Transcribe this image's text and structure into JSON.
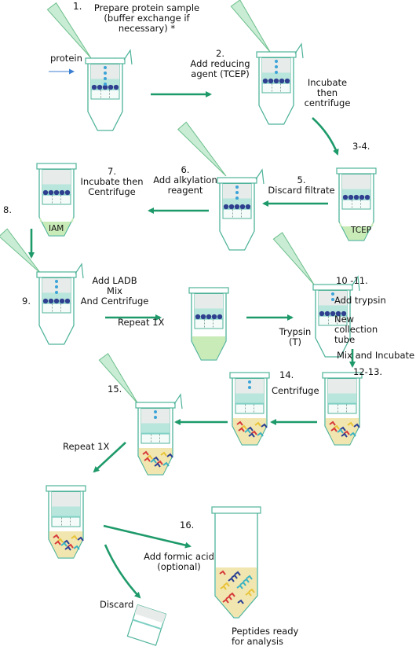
{
  "colors": {
    "arrow": "#1e9a6a",
    "tube_outline": "#4fb39a",
    "tube_fill": "#ffffff",
    "filter_band": "#b8e6dc",
    "membrane": "#7fd0c4",
    "droplet": "#3ba3d8",
    "protein_dot": "#2f3f8f",
    "pipette_tip": "#c9ecd4",
    "pipette_stroke": "#6cbf8c",
    "filtrate": "#c9ebb7",
    "peptide_fill": "#f2e6b0",
    "peptide_red": "#d6393b",
    "peptide_blue": "#2a3f94",
    "peptide_teal": "#3bb3c3",
    "peptide_yellow": "#e8c338"
  },
  "labels": {
    "step1": "1.",
    "step1_text": "Prepare protein sample\n(buffer exchange if\nnecessary) *",
    "protein": "protein",
    "step2": "2.\nAdd reducing\nagent (TCEP)",
    "incubate_centrifuge_1": "Incubate\nthen\ncentrifuge",
    "step34": "3-4.",
    "step5": "5.\nDiscard filtrate",
    "tcep": "TCEP",
    "step6": "6.\nAdd alkylation\nreagent",
    "step7": "7.\nIncubate then\nCentrifuge",
    "iam": "IAM",
    "step8": "8.",
    "step9": "9.",
    "ladb": "Add LADB\nMix\nAnd Centrifuge",
    "repeat_1x_a": "Repeat 1X",
    "step1011": "10 -11.",
    "add_trypsin": "Add trypsin",
    "new_collection_tube": "New\ncollection\ntube",
    "trypsin": "Trypsin\n(T)",
    "mix_incubate": "Mix and Incubate",
    "step1213": "12-13.",
    "step14": "14.",
    "centrifuge": "Centrifuge",
    "step15": "15.",
    "repeat_1x_b": "Repeat 1X",
    "step16": "16.",
    "add_formic": "Add formic acid\n(optional)",
    "discard": "Discard",
    "peptides_ready": "Peptides ready\nfor analysis"
  }
}
